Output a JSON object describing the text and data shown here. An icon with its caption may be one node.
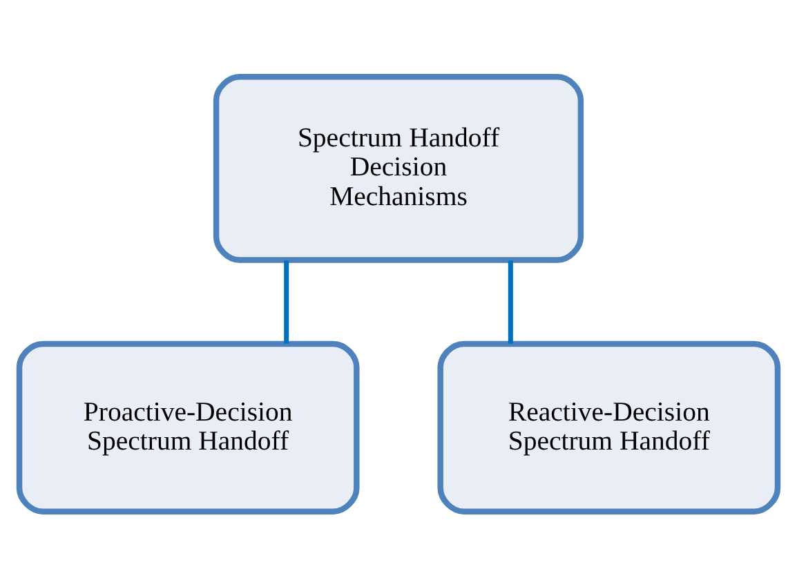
{
  "diagram": {
    "nodes": [
      {
        "text": [
          "Spectrum Handoff Decision Mechanisms"
        ]
      },
      {
        "text": [
          "Proactive-Decision Spectrum Handoff"
        ]
      },
      {
        "text": [
          "Reactive-Decision Spectrum Handoff"
        ]
      }
    ],
    "edges": [
      {
        "from": 0,
        "to": 1,
        "arrow": "none"
      },
      {
        "from": 0,
        "to": 2,
        "arrow": "none"
      }
    ]
  }
}
